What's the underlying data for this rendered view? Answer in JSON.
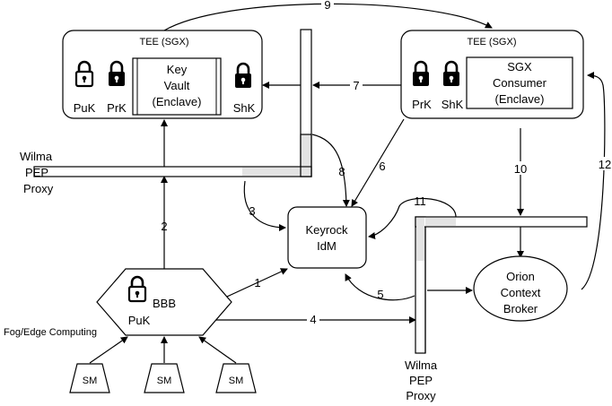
{
  "tee_left": {
    "title": "TEE (SGX)",
    "puk": "PuK",
    "prk": "PrK",
    "vault": [
      "Key",
      "Vault",
      "(Enclave)"
    ],
    "shk": "ShK"
  },
  "tee_right": {
    "title": "TEE (SGX)",
    "prk": "PrK",
    "shk": "ShK",
    "consumer": [
      "SGX",
      "Consumer",
      "(Enclave)"
    ]
  },
  "wilma_left": [
    "Wilma",
    "PEP",
    "Proxy"
  ],
  "wilma_bottom": [
    "Wilma",
    "PEP",
    "Proxy"
  ],
  "keyrock": [
    "Keyrock",
    "IdM"
  ],
  "orion": [
    "Orion",
    "Context",
    "Broker"
  ],
  "fog": {
    "bbb": "BBB",
    "puk": "PuK",
    "label": "Fog/Edge Computing"
  },
  "sensors": [
    "SM",
    "SM",
    "SM"
  ],
  "edge_labels": {
    "e1": "1",
    "e2": "2",
    "e3": "3",
    "e4": "4",
    "e5": "5",
    "e6": "6",
    "e7": "7",
    "e8": "8",
    "e9": "9",
    "e10": "10",
    "e11": "11",
    "e12": "12"
  }
}
